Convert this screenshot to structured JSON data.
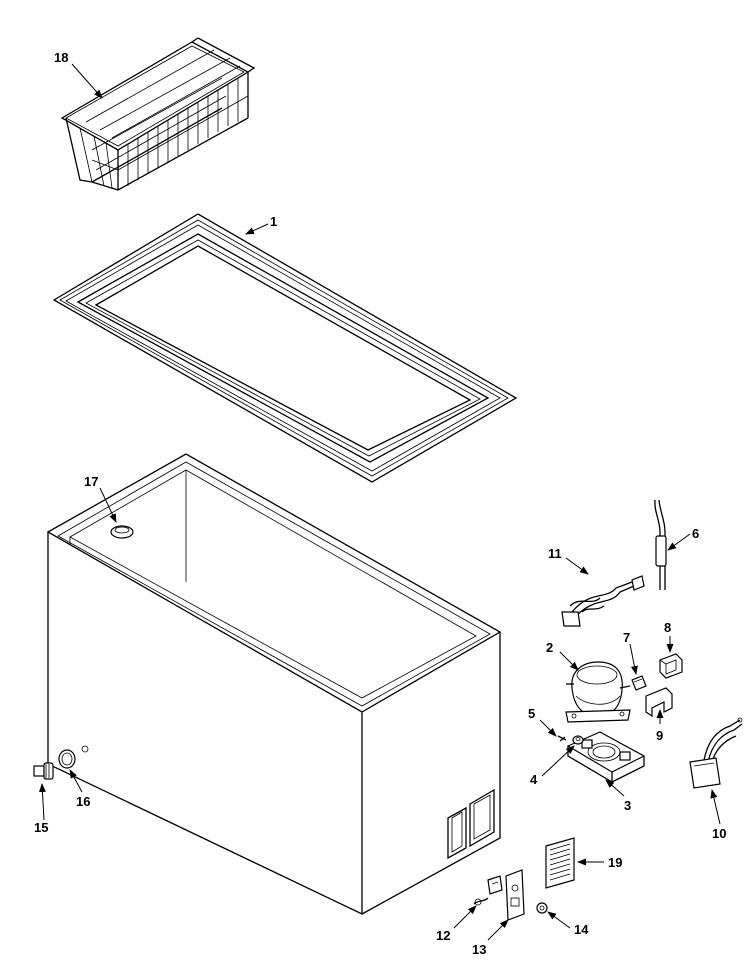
{
  "parts": [
    {
      "id": "p1",
      "label": "1",
      "name": "lid-liner"
    },
    {
      "id": "p2",
      "label": "2",
      "name": "compressor"
    },
    {
      "id": "p3",
      "label": "3",
      "name": "compressor-base"
    },
    {
      "id": "p4",
      "label": "4",
      "name": "grommet"
    },
    {
      "id": "p5",
      "label": "5",
      "name": "clip"
    },
    {
      "id": "p6",
      "label": "6",
      "name": "thermostat-bulb"
    },
    {
      "id": "p7",
      "label": "7",
      "name": "relay-cap"
    },
    {
      "id": "p8",
      "label": "8",
      "name": "relay"
    },
    {
      "id": "p9",
      "label": "9",
      "name": "overload-bracket"
    },
    {
      "id": "p10",
      "label": "10",
      "name": "power-cord"
    },
    {
      "id": "p11",
      "label": "11",
      "name": "wire-harness"
    },
    {
      "id": "p12",
      "label": "12",
      "name": "signal-light"
    },
    {
      "id": "p13",
      "label": "13",
      "name": "control-panel"
    },
    {
      "id": "p14",
      "label": "14",
      "name": "knob"
    },
    {
      "id": "p15",
      "label": "15",
      "name": "drain-plug"
    },
    {
      "id": "p16",
      "label": "16",
      "name": "drain-cap"
    },
    {
      "id": "p17",
      "label": "17",
      "name": "drain-hole-plug"
    },
    {
      "id": "p18",
      "label": "18",
      "name": "basket"
    },
    {
      "id": "p19",
      "label": "19",
      "name": "grille"
    }
  ]
}
